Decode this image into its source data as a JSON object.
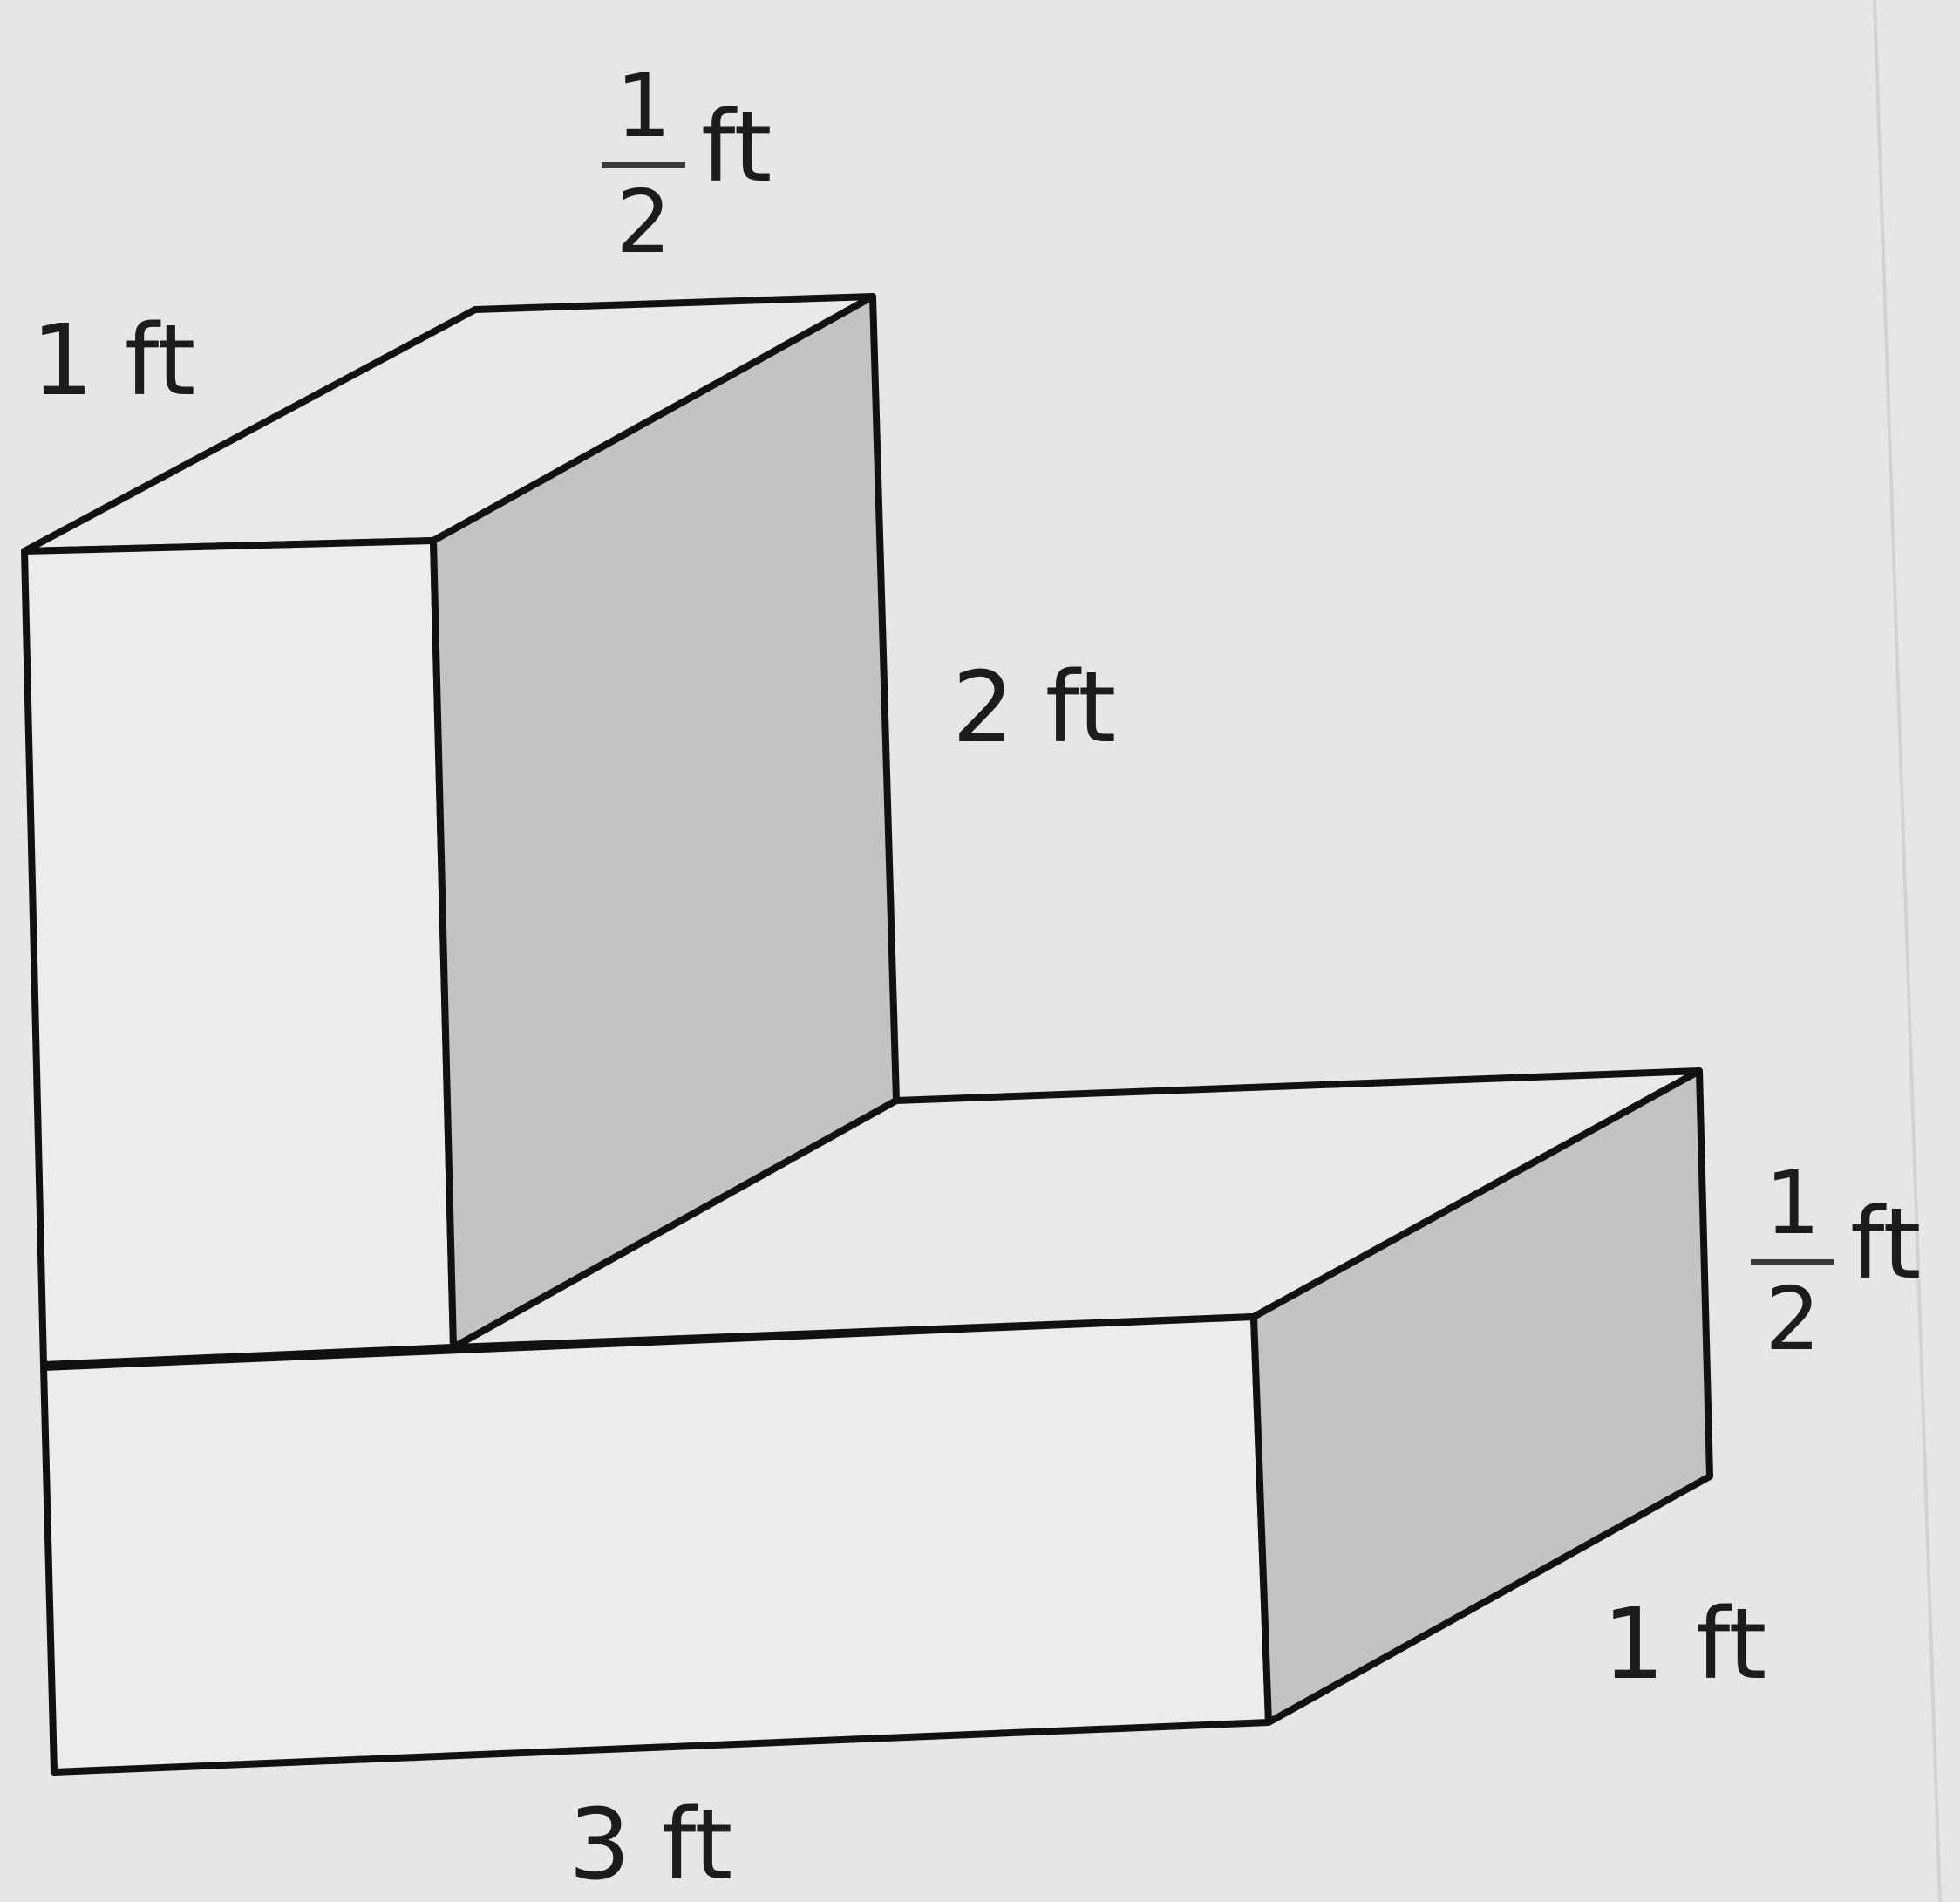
{
  "labels": {
    "top_width_num": "1",
    "top_width_den": "2",
    "top_width_unit": "ft",
    "top_depth": "1 ft",
    "tall_height": "2 ft",
    "base_height_num": "1",
    "base_height_den": "2",
    "base_height_unit": "ft",
    "base_depth": "1 ft",
    "base_length": "3 ft"
  },
  "colors": {
    "background": "#e6e6e4",
    "front_face": "#ececea",
    "top_face": "#e9e9e7",
    "shaded_face": "#c3c3c1",
    "edge": "#111111"
  }
}
